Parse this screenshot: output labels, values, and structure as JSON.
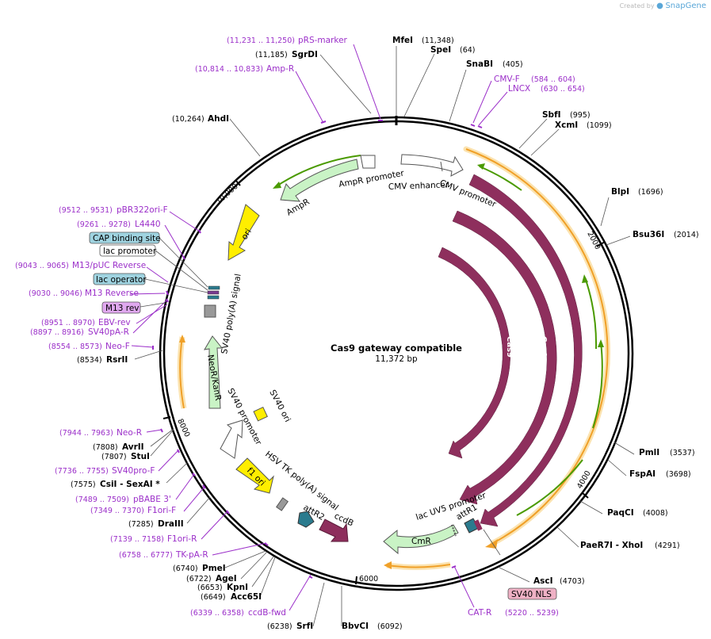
{
  "credit": {
    "prefix": "Created by",
    "brand": "SnapGene"
  },
  "plasmid": {
    "name": "Cas9 gateway compatible",
    "length": "11,372 bp"
  },
  "ticks": [
    "2000",
    "4000",
    "6000",
    "8000",
    "10,000"
  ],
  "enzymes": [
    {
      "name": "MfeI",
      "pos": "(11,348)"
    },
    {
      "name": "SpeI",
      "pos": "(64)"
    },
    {
      "name": "SnaBI",
      "pos": "(405)"
    },
    {
      "name": "SbfI",
      "pos": "(995)"
    },
    {
      "name": "XcmI",
      "pos": "(1099)"
    },
    {
      "name": "BlpI",
      "pos": "(1696)"
    },
    {
      "name": "Bsu36I",
      "pos": "(2014)"
    },
    {
      "name": "PmlI",
      "pos": "(3537)"
    },
    {
      "name": "FspAI",
      "pos": "(3698)"
    },
    {
      "name": "PaqCI",
      "pos": "(4008)"
    },
    {
      "name": "PaeR7I - XhoI",
      "pos": "(4291)"
    },
    {
      "name": "AscI",
      "pos": "(4703)"
    },
    {
      "name": "BbvCI",
      "pos": "(6092)"
    },
    {
      "name": "SrfI",
      "pos": "(6238)"
    },
    {
      "name": "Acc65I",
      "pos": "(6649)"
    },
    {
      "name": "KpnI",
      "pos": "(6653)"
    },
    {
      "name": "AgeI",
      "pos": "(6722)"
    },
    {
      "name": "PmeI",
      "pos": "(6740)"
    },
    {
      "name": "DraIII",
      "pos": "(7285)"
    },
    {
      "name": "CsiI - SexAI *",
      "pos": "(7575)"
    },
    {
      "name": "StuI",
      "pos": "(7807)"
    },
    {
      "name": "AvrII",
      "pos": "(7808)"
    },
    {
      "name": "RsrII",
      "pos": "(8534)"
    },
    {
      "name": "AhdI",
      "pos": "(10,264)"
    },
    {
      "name": "SgrDI",
      "pos": "(11,185)"
    }
  ],
  "primers": [
    {
      "name": "pRS-marker",
      "range": "(11,231 .. 11,250)"
    },
    {
      "name": "Amp-R",
      "range": "(10,814 .. 10,833)"
    },
    {
      "name": "CMV-F",
      "range": "(584 .. 604)"
    },
    {
      "name": "LNCX",
      "range": "(630 .. 654)"
    },
    {
      "name": "CAT-R",
      "range": "(5220 .. 5239)"
    },
    {
      "name": "ccdB-fwd",
      "range": "(6339 .. 6358)"
    },
    {
      "name": "TK-pA-R",
      "range": "(6758 .. 6777)"
    },
    {
      "name": "F1ori-R",
      "range": "(7139 .. 7158)"
    },
    {
      "name": "F1ori-F",
      "range": "(7349 .. 7370)"
    },
    {
      "name": "pBABE 3'",
      "range": "(7489 .. 7509)"
    },
    {
      "name": "SV40pro-F",
      "range": "(7736 .. 7755)"
    },
    {
      "name": "Neo-R",
      "range": "(7944 .. 7963)"
    },
    {
      "name": "Neo-F",
      "range": "(8554 .. 8573)"
    },
    {
      "name": "SV40pA-R",
      "range": "(8897 .. 8916)"
    },
    {
      "name": "EBV-rev",
      "range": "(8951 .. 8970)"
    },
    {
      "name": "M13 Reverse",
      "range": "(9030 .. 9046)"
    },
    {
      "name": "M13/pUC Reverse",
      "range": "(9043 .. 9065)"
    },
    {
      "name": "L4440",
      "range": "(9261 .. 9278)"
    },
    {
      "name": "pBR322ori-F",
      "range": "(9512 .. 9531)"
    }
  ],
  "boxed_labels": [
    {
      "text": "CAP binding site",
      "fill": "#9fd3e0"
    },
    {
      "text": "lac promoter",
      "fill": "#ffffff"
    },
    {
      "text": "lac operator",
      "fill": "#9fd3e0"
    },
    {
      "text": "M13 rev",
      "fill": "#e0a8ef"
    },
    {
      "text": "SV40 NLS",
      "fill": "#efb1c5"
    }
  ],
  "features": {
    "cas9": "Cas9",
    "amp_promoter": "AmpR promoter",
    "cmv_enhancer": "CMV enhancer",
    "cmv_promoter": "CMV promoter",
    "ampr": "AmpR",
    "ori": "ori",
    "sv40_polya": "SV40 poly(A) signal",
    "neokanr": "NeoR/KanR",
    "sv40_promoter": "SV40 promoter",
    "sv40_ori": "SV40 ori",
    "f1_ori": "f1 ori",
    "hsv_tk": "HSV TK poly(A) signal",
    "attr2": "attR2",
    "ccdb": "ccdB",
    "lac_uv5": "lac UV5 promoter",
    "attr1": "attR1",
    "cmr": "CmR"
  },
  "colors": {
    "cas9": "#8e2f5d",
    "green_feature": "#c9f3c5",
    "ori": "#ffee00",
    "attr": "#2b7b8e",
    "primer": "#9b2fc9",
    "orange_orf": "#f0a028",
    "orf_green": "#4a9a00"
  }
}
